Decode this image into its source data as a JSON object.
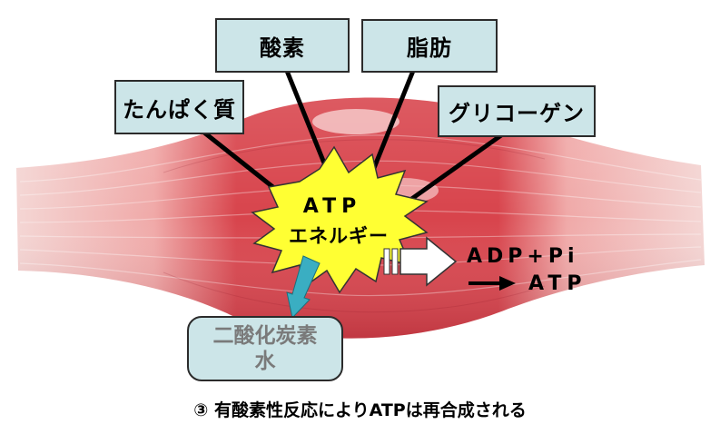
{
  "nutrients": {
    "protein": "たんぱく質",
    "oxygen": "酸素",
    "fat": "脂肪",
    "glycogen": "グリコーゲン"
  },
  "burst": {
    "atp": "ATP",
    "energy": "エネルギー"
  },
  "reaction": {
    "adp_pi": "ADP+Pi",
    "atp": "ATP"
  },
  "products": {
    "line1": "二酸化炭素",
    "line2": "水"
  },
  "caption": "③ 有酸素性反応によりATPは再合成される",
  "colors": {
    "muscle": "#d9474f",
    "tendon": "#f3d4d2",
    "box_fill": "#cce5e8",
    "burst_fill": "#ffff33",
    "down_arrow": "#3aaec2"
  }
}
